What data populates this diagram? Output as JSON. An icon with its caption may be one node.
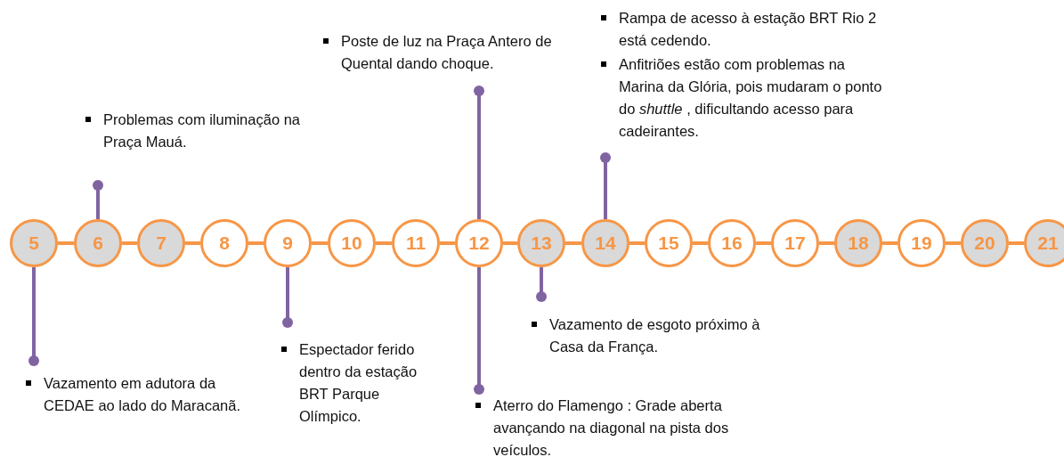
{
  "diagram": {
    "nodes": [
      {
        "text": [
          "5"
        ]
      },
      {
        "text": [
          "6"
        ]
      },
      {
        "text": [
          "7"
        ]
      },
      {
        "text": [
          "8"
        ]
      },
      {
        "text": [
          "9"
        ]
      },
      {
        "text": [
          "10"
        ]
      },
      {
        "text": [
          "11"
        ]
      },
      {
        "text": [
          "12"
        ]
      },
      {
        "text": [
          "13"
        ]
      },
      {
        "text": [
          "14"
        ]
      },
      {
        "text": [
          "15"
        ]
      },
      {
        "text": [
          "16"
        ]
      },
      {
        "text": [
          "17"
        ]
      },
      {
        "text": [
          "18"
        ]
      },
      {
        "text": [
          "19"
        ]
      },
      {
        "text": [
          "20"
        ]
      },
      {
        "text": [
          "21"
        ]
      },
      {
        "text": [
          "Problemas com iluminação na Praça Mauá."
        ]
      },
      {
        "text": [
          "Poste de luz na Praça Antero de Quental dando choque."
        ]
      },
      {
        "text": [
          "Rampa de acesso à estação BRT Rio 2 está cedendo.",
          "Anfitriões estão com problemas na Marina da Glória, pois mudaram o ponto do *shuttle* , dificultando acesso para cadeirantes."
        ]
      },
      {
        "text": [
          "Vazamento em adutora da CEDAE ao lado do Maracanã."
        ]
      },
      {
        "text": [
          "Espectador ferido dentro da estação BRT Parque Olímpico."
        ]
      },
      {
        "text": [
          "Aterro do Flamengo : Grade aberta avançando na diagonal na pista dos veículos."
        ]
      },
      {
        "text": [
          "Vazamento de esgoto próximo à Casa da França."
        ]
      }
    ],
    "edges": [
      {
        "from": 0,
        "to": 1,
        "arrow": "none"
      },
      {
        "from": 1,
        "to": 2,
        "arrow": "none"
      },
      {
        "from": 2,
        "to": 3,
        "arrow": "none"
      },
      {
        "from": 3,
        "to": 4,
        "arrow": "none"
      },
      {
        "from": 4,
        "to": 5,
        "arrow": "none"
      },
      {
        "from": 5,
        "to": 6,
        "arrow": "none"
      },
      {
        "from": 6,
        "to": 7,
        "arrow": "none"
      },
      {
        "from": 7,
        "to": 8,
        "arrow": "none"
      },
      {
        "from": 8,
        "to": 9,
        "arrow": "none"
      },
      {
        "from": 9,
        "to": 10,
        "arrow": "none"
      },
      {
        "from": 10,
        "to": 11,
        "arrow": "none"
      },
      {
        "from": 11,
        "to": 12,
        "arrow": "none"
      },
      {
        "from": 12,
        "to": 13,
        "arrow": "none"
      },
      {
        "from": 13,
        "to": 14,
        "arrow": "none"
      },
      {
        "from": 14,
        "to": 15,
        "arrow": "none"
      },
      {
        "from": 15,
        "to": 16,
        "arrow": "none"
      },
      {
        "from": 1,
        "to": 17,
        "arrow": "other",
        "color": "#8064a2"
      },
      {
        "from": 7,
        "to": 18,
        "arrow": "other",
        "color": "#8064a2"
      },
      {
        "from": 9,
        "to": 19,
        "arrow": "other",
        "color": "#8064a2"
      },
      {
        "from": 0,
        "to": 20,
        "arrow": "other",
        "color": "#8064a2"
      },
      {
        "from": 4,
        "to": 21,
        "arrow": "other",
        "color": "#8064a2"
      },
      {
        "from": 7,
        "to": 22,
        "arrow": "other",
        "color": "#8064a2"
      },
      {
        "from": 8,
        "to": 23,
        "arrow": "other",
        "color": "#8064a2"
      }
    ]
  }
}
